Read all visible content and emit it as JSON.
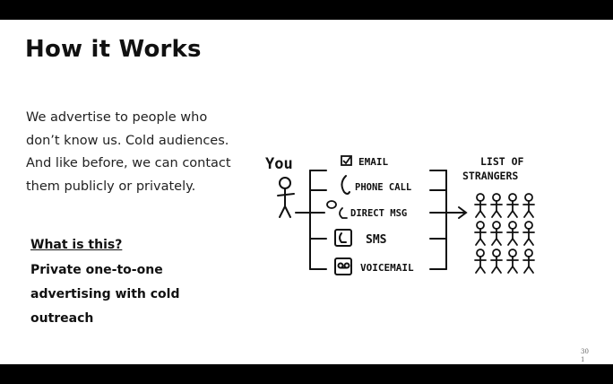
{
  "slide": {
    "title": "How it Works",
    "body": "We advertise to people who don’t know us. Cold audiences. And like before, we can contact them publicly or privately.",
    "what_heading": "What is this?",
    "what_body": "Private one-to-one advertising with cold outreach",
    "page_number": "30 1"
  },
  "diagram": {
    "you_label": "You",
    "channels": [
      "EMAIL",
      "PHONE CALL",
      "DIRECT MSG",
      "SMS",
      "VOICEMAIL"
    ],
    "list_label_line1": "LIST OF",
    "list_label_line2": "STRANGERS"
  }
}
